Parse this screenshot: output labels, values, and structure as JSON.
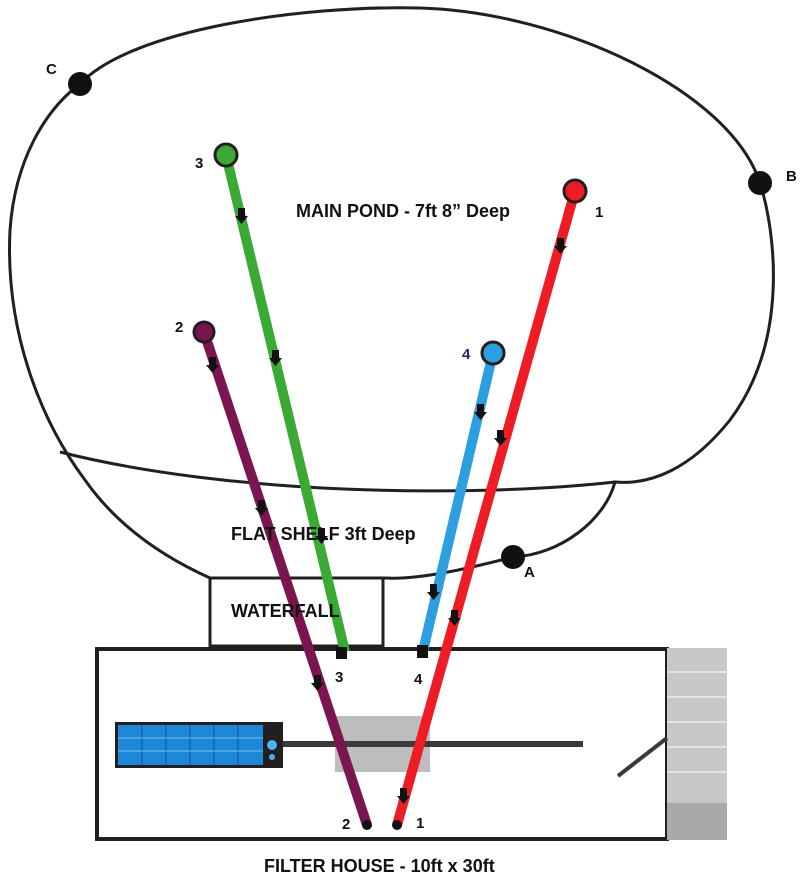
{
  "labels": {
    "main_pond": "MAIN POND - 7ft 8” Deep",
    "flat_shelf": "FLAT SHELF 3ft Deep",
    "waterfall": "WATERFALL",
    "filter_house": "FILTER HOUSE - 10ft x 30ft"
  },
  "points": {
    "a": "A",
    "b": "B",
    "c": "C"
  },
  "pipes": [
    {
      "id": "1",
      "color": "#ee1c25",
      "start_label": "1",
      "end_label": "1"
    },
    {
      "id": "2",
      "color": "#7a1550",
      "start_label": "2",
      "end_label": "2"
    },
    {
      "id": "3",
      "color": "#3aaa35",
      "start_label": "3",
      "end_label": "3"
    },
    {
      "id": "4",
      "color": "#2d9fe0",
      "start_label": "4",
      "end_label": "4"
    }
  ],
  "colors": {
    "outline": "#231f20",
    "filter_unit": "#1e88d8",
    "gray_box": "#bdbdbd",
    "stairs": "#c8c8c8"
  },
  "icons": {
    "flow_arrow": "arrow-down-icon",
    "filter_unit": "filter-unit-icon"
  }
}
